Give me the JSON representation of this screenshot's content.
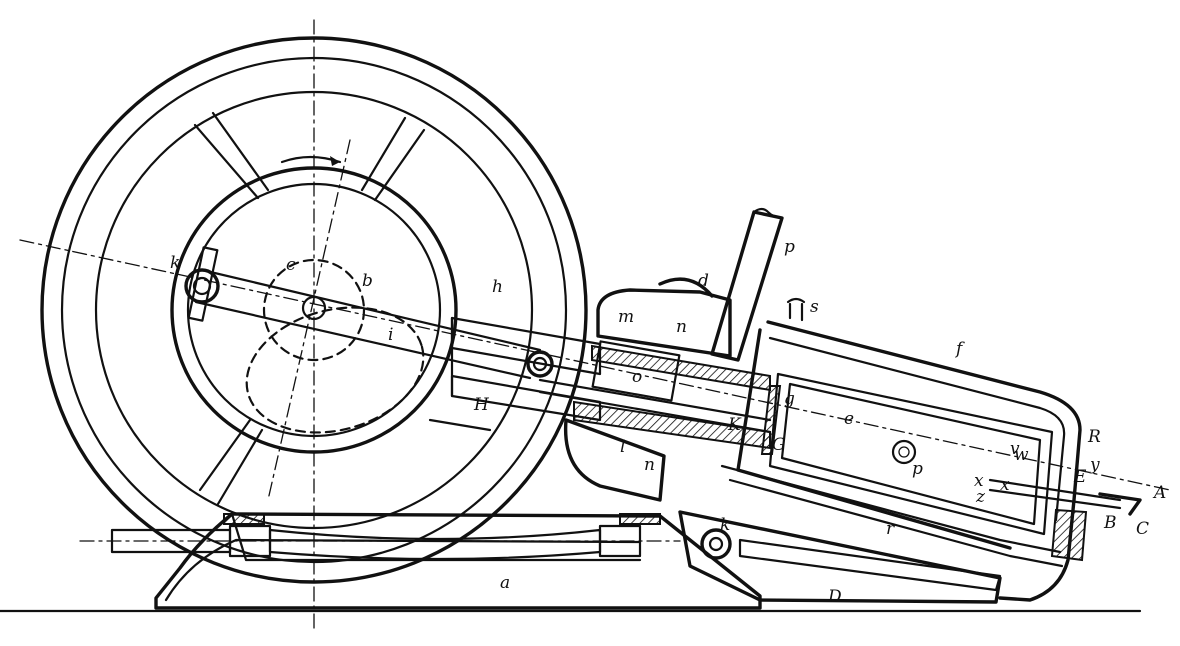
{
  "figure": {
    "labels": {
      "a": "a",
      "b": "b",
      "c": "c",
      "d": "d",
      "e": "e",
      "f": "f",
      "g": "g",
      "h": "h",
      "i": "i",
      "k": "k",
      "l": "l",
      "m": "m",
      "n_top": "n",
      "n_bottom": "n",
      "o": "o",
      "p_pipe": "p",
      "p_pin": "p",
      "r": "r",
      "s": "s",
      "v": "v",
      "w": "w",
      "x1": "x",
      "x2": "x",
      "y": "y",
      "z": "z",
      "k_lower": "k",
      "D": "D",
      "G": "G",
      "H": "H",
      "K": "K",
      "R": "R",
      "A": "A",
      "B": "B",
      "C": "C",
      "E": "E"
    }
  }
}
